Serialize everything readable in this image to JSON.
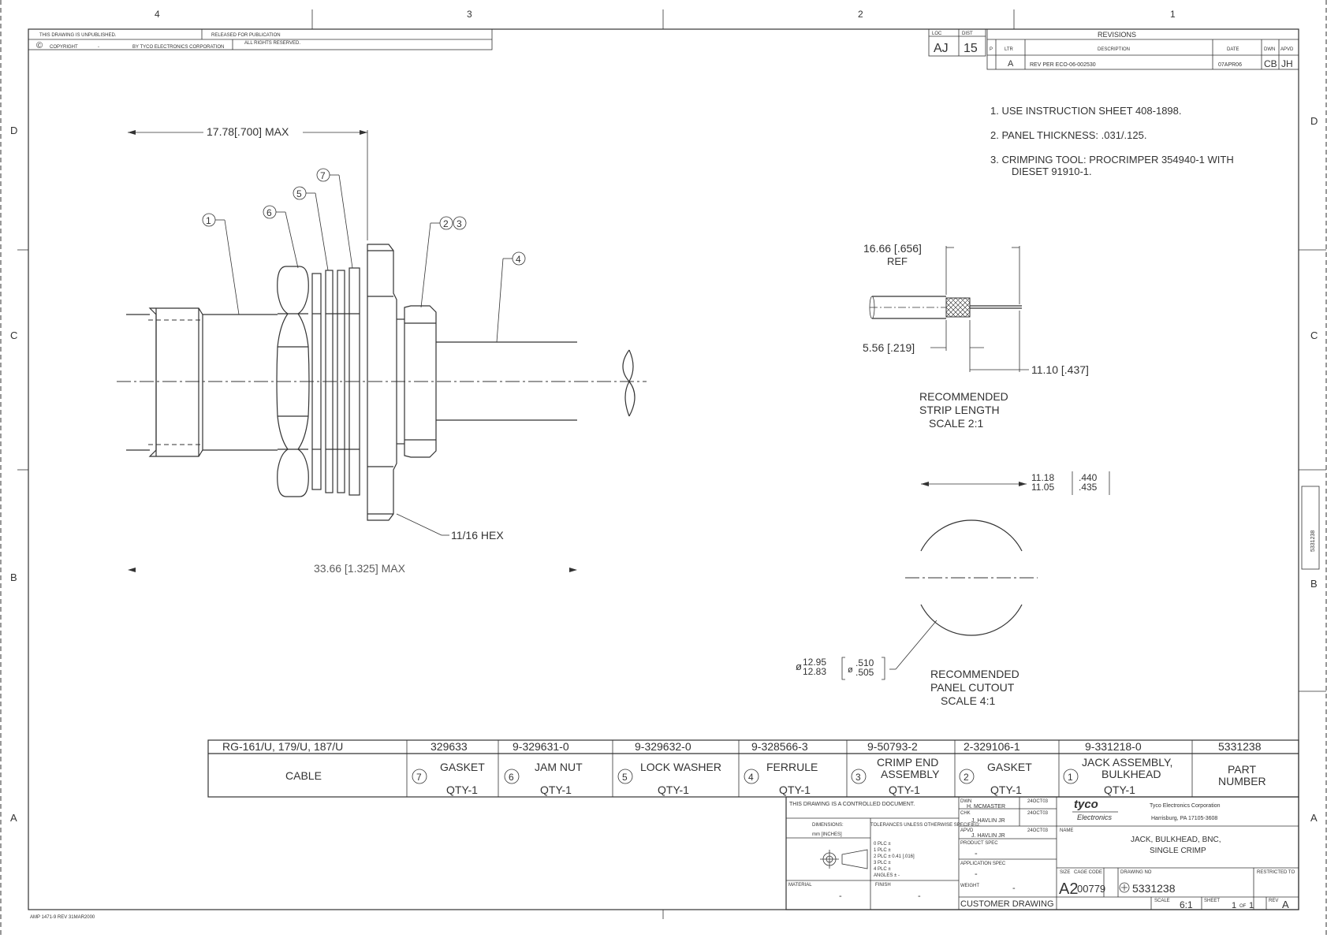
{
  "border": {
    "columns": [
      "4",
      "3",
      "2",
      "1"
    ],
    "rows": [
      "D",
      "C",
      "B",
      "A"
    ],
    "footer_form": "AMP 1471-9 REV 31MAR2000"
  },
  "top_left_block": {
    "unpublished": "THIS DRAWING IS UNPUBLISHED.",
    "released": "RELEASED FOR PUBLICATION",
    "copyright_symbol": "©",
    "copyright": "COPYRIGHT",
    "copyright_dash": "-",
    "by": "BY TYCO ELECTRONICS CORPORATION",
    "rights": "ALL RIGHTS RESERVED."
  },
  "loc_dist": {
    "loc_label": "LOC",
    "loc_value": "AJ",
    "dist_label": "DIST",
    "dist_value": "15"
  },
  "revisions": {
    "title": "REVISIONS",
    "headers": [
      "P",
      "LTR",
      "DESCRIPTION",
      "DATE",
      "DWN",
      "APVD"
    ],
    "rows": [
      {
        "p": "",
        "ltr": "A",
        "description": "REV PER ECO-06-002530",
        "date": "07APR06",
        "dwn": "CB",
        "apvd": "JH"
      }
    ]
  },
  "notes": [
    "1. USE INSTRUCTION SHEET 408-1898.",
    "2. PANEL THICKNESS: .031/.125.",
    "3. CRIMPING TOOL: PROCRIMPER 354940-1 WITH",
    "DIESET 91910-1."
  ],
  "main_view": {
    "dim_length_top": "17.78[.700] MAX",
    "dim_length_bottom": "33.66 [1.325] MAX",
    "hex_label": "11/16 HEX",
    "balloons": [
      "1",
      "6",
      "5",
      "7",
      "2",
      "3",
      "4"
    ]
  },
  "strip_detail": {
    "dim_ref": "16.66 [.656]",
    "ref": "REF",
    "dim_a": "5.56 [.219]",
    "dim_b": "11.10 [.437]",
    "caption": [
      "RECOMMENDED",
      "STRIP LENGTH",
      "SCALE 2:1"
    ]
  },
  "panel_detail": {
    "dim_flat_metric": [
      "11.18",
      "11.05"
    ],
    "dim_flat_inch": [
      ".440",
      ".435"
    ],
    "dim_dia_symbol": "ø",
    "dim_dia_metric": [
      "12.95",
      "12.83"
    ],
    "dim_dia_inch": [
      ".510",
      ".505"
    ],
    "caption": [
      "RECOMMENDED",
      "PANEL CUTOUT",
      "SCALE 4:1"
    ]
  },
  "bom": {
    "part_numbers": [
      "RG-161/U, 179/U, 187/U",
      "329633",
      "9-329631-0",
      "9-329632-0",
      "9-328566-3",
      "9-50793-2",
      "2-329106-1",
      "9-331218-0",
      "5331238"
    ],
    "items": [
      {
        "balloon": "",
        "name": "CABLE",
        "qty": ""
      },
      {
        "balloon": "7",
        "name": "GASKET",
        "qty": "QTY-1"
      },
      {
        "balloon": "6",
        "name": "JAM NUT",
        "qty": "QTY-1"
      },
      {
        "balloon": "5",
        "name": "LOCK WASHER",
        "qty": "QTY-1"
      },
      {
        "balloon": "4",
        "name": "FERRULE",
        "qty": "QTY-1"
      },
      {
        "balloon": "3",
        "name": "CRIMP END ASSEMBLY",
        "qty": "QTY-1"
      },
      {
        "balloon": "2",
        "name": "GASKET",
        "qty": "QTY-1"
      },
      {
        "balloon": "1",
        "name": "JACK ASSEMBLY, BULKHEAD",
        "qty": "QTY-1"
      },
      {
        "balloon": "",
        "name": "PART NUMBER",
        "qty": ""
      }
    ]
  },
  "title_block": {
    "controlled": "THIS DRAWING IS A CONTROLLED DOCUMENT.",
    "dimensions_label": "DIMENSIONS:",
    "dimensions_value": "mm [INCHES]",
    "tolerances": "TOLERANCES UNLESS OTHERWISE SPECIFIED:",
    "tol_rows": [
      "0 PLC ±",
      "1 PLC ±",
      "2 PLC ± 0.41 [.016]",
      "3 PLC ±",
      "4 PLC ±",
      "ANGLES ± -"
    ],
    "material_label": "MATERIAL",
    "material_value": "-",
    "finish_label": "FINISH",
    "finish_value": "-",
    "dwn_label": "DWN",
    "dwn_value": "H. MCMASTER",
    "dwn_date": "24OCT03",
    "chk_label": "CHK",
    "chk_value": "J. HAVLIN JR",
    "chk_date": "24OCT03",
    "apvd_label": "APVD",
    "apvd_value": "J. HAVLIN JR",
    "apvd_date": "24OCT03",
    "product_spec_label": "PRODUCT SPEC",
    "product_spec_value": "-",
    "application_spec_label": "APPLICATION SPEC",
    "application_spec_value": "-",
    "weight_label": "WEIGHT",
    "weight_value": "-",
    "customer_drawing": "CUSTOMER DRAWING",
    "company_logo_top": "tyco",
    "company_logo_bottom": "Electronics",
    "company_name": "Tyco Electronics Corporation",
    "company_address": "Harrisburg, PA 17105-3608",
    "name_label": "NAME",
    "title_line1": "JACK, BULKHEAD, BNC,",
    "title_line2": "SINGLE CRIMP",
    "size_label": "SIZE",
    "size_value": "A2",
    "cage_label": "CAGE CODE",
    "cage_value": "00779",
    "drawing_no_label": "DRAWING NO",
    "drawing_no": "5331238",
    "restricted_label": "RESTRICTED TO",
    "scale_label": "SCALE",
    "scale_value": "6:1",
    "sheet_label": "SHEET",
    "sheet_value": "1",
    "sheet_of": "OF",
    "sheet_total": "1",
    "rev_label": "REV",
    "rev_value": "A",
    "side_number": "5331238"
  }
}
